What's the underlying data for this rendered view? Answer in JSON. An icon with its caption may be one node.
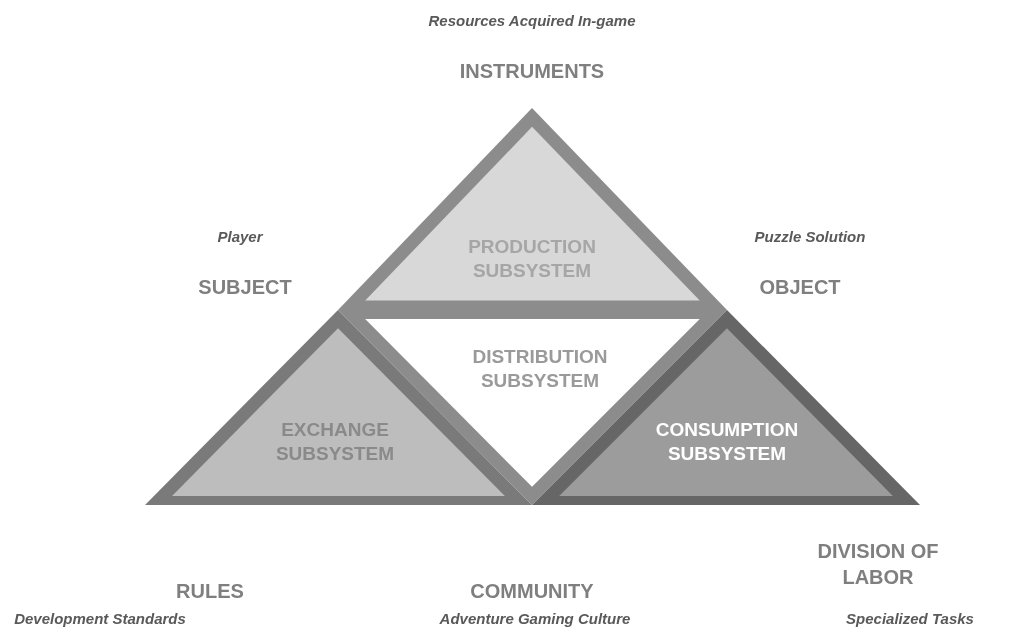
{
  "diagram": {
    "nodes": [
      {
        "text": [
          "PRODUCTION SUBSYSTEM"
        ]
      },
      {
        "text": [
          "DISTRIBUTION SUBSYSTEM"
        ]
      },
      {
        "text": [
          "EXCHANGE SUBSYSTEM"
        ]
      },
      {
        "text": [
          "CONSUMPTION SUBSYSTEM"
        ]
      }
    ],
    "labels": [
      "Resources Acquired In-game",
      "INSTRUMENTS",
      "Player",
      "Puzzle Solution",
      "SUBJECT",
      "OBJECT",
      "RULES",
      "COMMUNITY",
      "DIVISION OF LABOR",
      "Development Standards",
      "Adventure Gaming Culture",
      "Specialized Tasks"
    ]
  }
}
